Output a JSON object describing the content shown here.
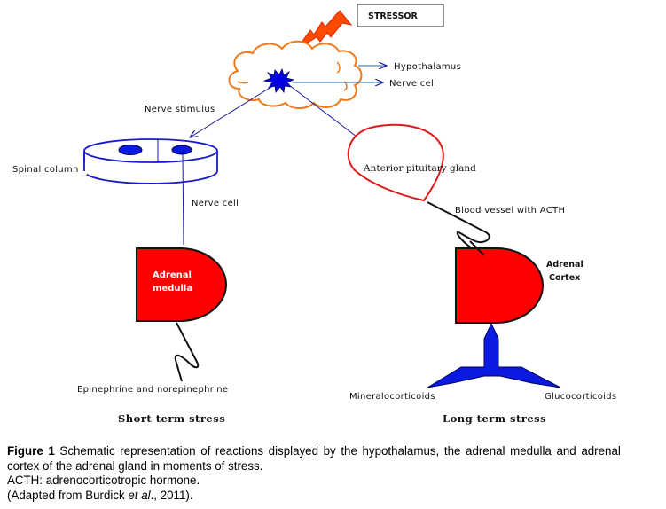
{
  "diagram": {
    "stressor_label": "STRESSOR",
    "hypothalamus_label": "Hypothalamus",
    "nerve_cell_top_label": "Nerve cell",
    "nerve_stimulus_label": "Nerve stimulus",
    "spinal_column_label": "Spinal column",
    "nerve_cell_left_label": "Nerve cell",
    "anterior_pituitary_label": "Anterior pituitary gland",
    "blood_vessel_label": "Blood vessel with ACTH",
    "adrenal_medulla_label_line1": "Adrenal",
    "adrenal_medulla_label_line2": "medulla",
    "adrenal_cortex_label_line1": "Adrenal",
    "adrenal_cortex_label_line2": "Cortex",
    "epinephrine_label": "Epinephrine and norepinephrine",
    "mineralocorticoids_label": "Mineralocorticoids",
    "glucocorticoids_label": "Glucocorticoids",
    "short_term_label": "Short term stress",
    "long_term_label": "Long term stress",
    "colors": {
      "gland_red": "#ff0000",
      "cloud_orange": "#f07a1a",
      "nerve_blue": "#0000e0",
      "arrow_navy": "#1a1a9a",
      "pituitary_outline": "#dd1a1a",
      "lightning_fill": "#ff4a00"
    }
  },
  "caption": {
    "figure_label": "Figure 1",
    "line1_text": " Schematic representation of reactions displayed by the hypothalamus, the adrenal medulla and adrenal cortex of the adrenal gland in moments of stress.",
    "line2": "ACTH: adrenocorticotropic hormone.",
    "line3_prefix": "(Adapted from Burdick ",
    "line3_italic": "et al",
    "line3_suffix": "., 2011)."
  }
}
